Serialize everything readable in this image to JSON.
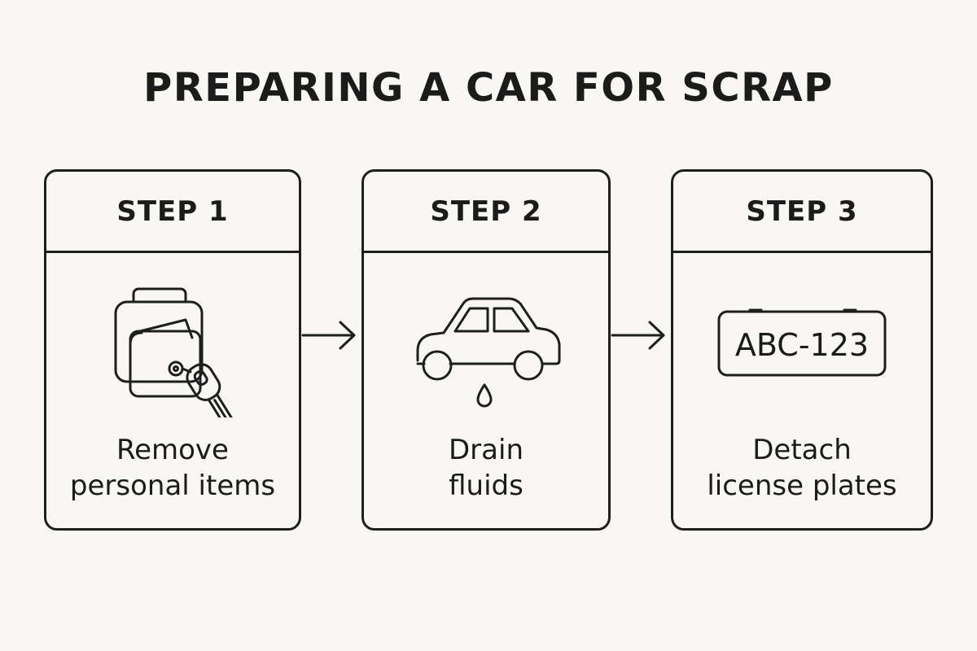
{
  "title": "PREPARING A CAR FOR SCRAP",
  "steps": [
    {
      "label": "STEP 1",
      "text_line1": "Remove",
      "text_line2": "personal items",
      "icon": "bag-wallet-key-icon"
    },
    {
      "label": "STEP 2",
      "text_line1": "Drain",
      "text_line2": "fluids",
      "icon": "car-drip-icon"
    },
    {
      "label": "STEP 3",
      "text_line1": "Detach",
      "text_line2": "license plates",
      "icon": "license-plate-icon",
      "plate_text": "ABC-123"
    }
  ]
}
